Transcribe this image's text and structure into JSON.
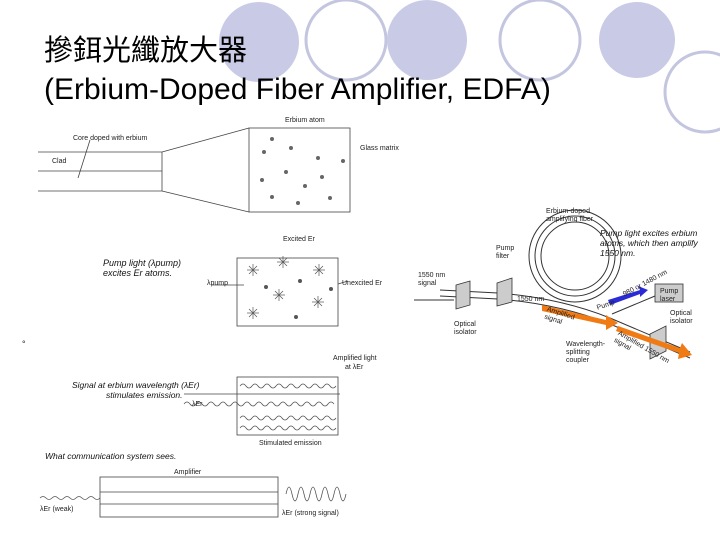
{
  "slide": {
    "title_line1": "摻鉺光纖放大器",
    "title_line2": "(Erbium-Doped Fiber Amplifier, EDFA)",
    "bullet_marker": "°"
  },
  "left_diagram": {
    "core_label": "Core doped with erbium",
    "clad_label": "Clad",
    "erbium_atom_label": "Erbium atom",
    "glass_matrix_label": "Glass matrix",
    "excited_label": "Excited Er",
    "pump_text": "Pump light (λpump) excites Er atoms.",
    "lambda_pump_label": "λpump",
    "unexcited_label": "Unexcited Er",
    "amplified_label_1": "Amplified light",
    "amplified_label_2": "at λEr",
    "signal_text_1": "Signal at erbium wavelength (λEr)",
    "signal_text_2": "stimulates emission.",
    "lambda_er_label": "λEr",
    "stimulated_label": "Stimulated emission",
    "what_sees_text": "What communication system sees.",
    "amplifier_label": "Amplifier",
    "weak_label": "λEr (weak)",
    "strong_label": "λEr (strong signal)"
  },
  "right_diagram": {
    "fiber_label_1": "Erbium-doped",
    "fiber_label_2": "amplifying fiber",
    "pump_filter_1": "Pump",
    "pump_filter_2": "filter",
    "pump_excite_1": "Pump light excites erbium",
    "pump_excite_2": "atoms, which then amplify",
    "pump_excite_3": "1550 nm.",
    "signal_in_1": "1550 nm",
    "signal_in_2": "signal",
    "nm_1550": "1550 nm",
    "optical_isolator_1": "Optical",
    "optical_isolator_2": "isolator",
    "pump_word": "Pump",
    "pump_nm": "980 or 1480 nm",
    "pump_laser_1": "Pump",
    "pump_laser_2": "laser",
    "optical_isolator_r1": "Optical",
    "optical_isolator_r2": "isolator",
    "amp_signal_mid": "Amplified signal",
    "coupler_1": "Wavelength-",
    "coupler_2": "splitting",
    "coupler_3": "coupler",
    "amp_signal_out": "Amplified 1550 nm signal"
  },
  "colors": {
    "deco_circle_fill": "#c9cbe6",
    "deco_circle_stroke": "#b4b6d8",
    "pump_arrow": "#2b2bd6",
    "signal_arrow": "#f07a14"
  }
}
